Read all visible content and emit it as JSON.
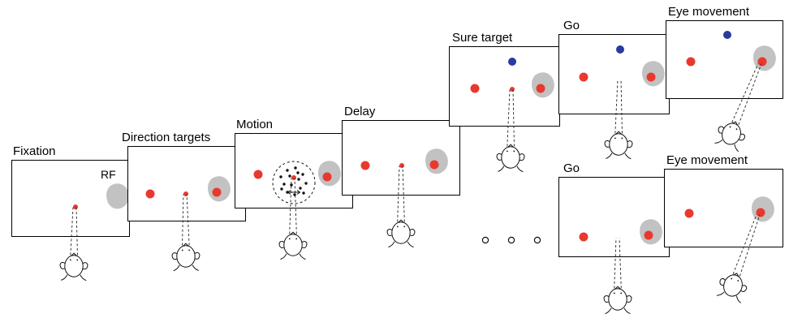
{
  "colors": {
    "target_red": "#e8392f",
    "sure_target_blue": "#2b3a9f",
    "receptive_field_gray": "#c2c2c2",
    "outline_black": "#111111"
  },
  "panels": [
    {
      "id": "fixation",
      "label": "Fixation",
      "rf_label": "RF"
    },
    {
      "id": "direction-targets",
      "label": "Direction targets"
    },
    {
      "id": "motion",
      "label": "Motion"
    },
    {
      "id": "delay",
      "label": "Delay"
    },
    {
      "id": "sure-target",
      "label": "Sure target"
    },
    {
      "id": "go",
      "label": "Go"
    },
    {
      "id": "eye-movement",
      "label": "Eye movement"
    },
    {
      "id": "go-2",
      "label": "Go"
    },
    {
      "id": "eye-movement-2",
      "label": "Eye movement"
    }
  ],
  "ellipsis": {
    "style": "open-circles",
    "count": 3
  }
}
